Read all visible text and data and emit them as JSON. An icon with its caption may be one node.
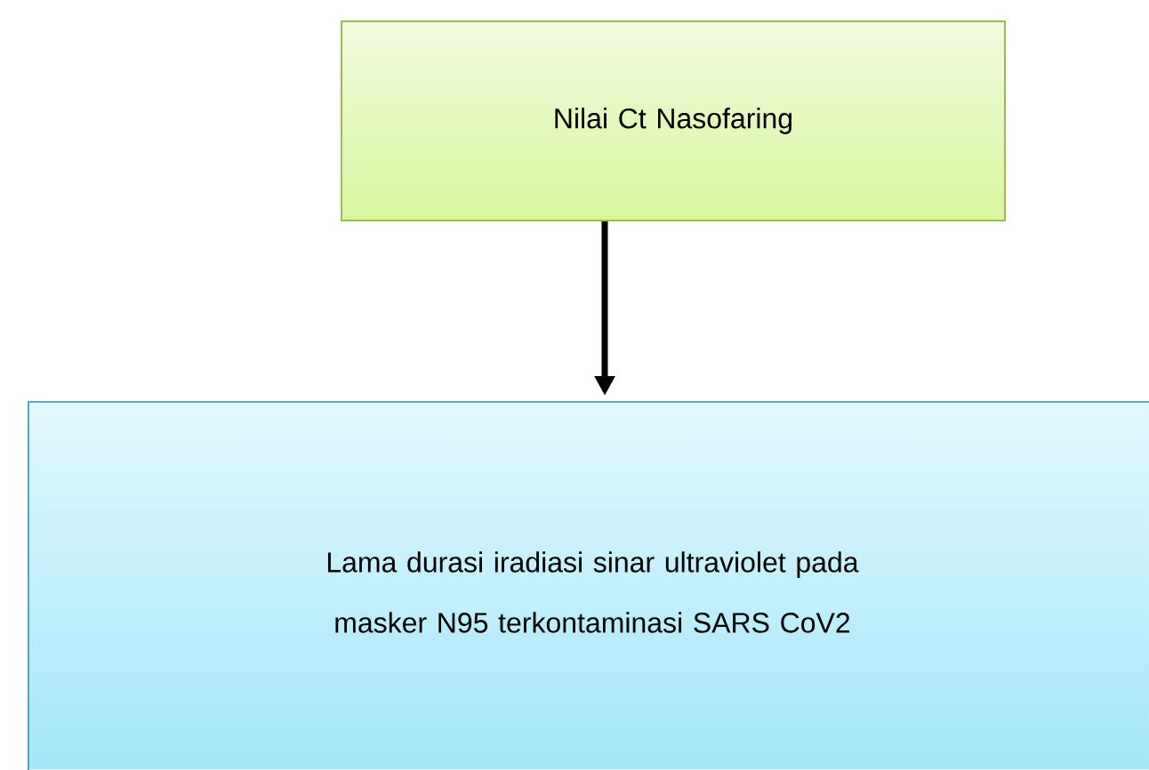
{
  "diagram": {
    "nodes": [
      {
        "text": [
          "Nilai Ct Nasofaring"
        ]
      },
      {
        "text": [
          "Lama durasi iradiasi sinar ultraviolet pada masker N95 terkontaminasi SARS CoV2"
        ]
      }
    ],
    "edges": [
      {
        "from": 0,
        "to": 1,
        "arrow": "to"
      }
    ]
  }
}
